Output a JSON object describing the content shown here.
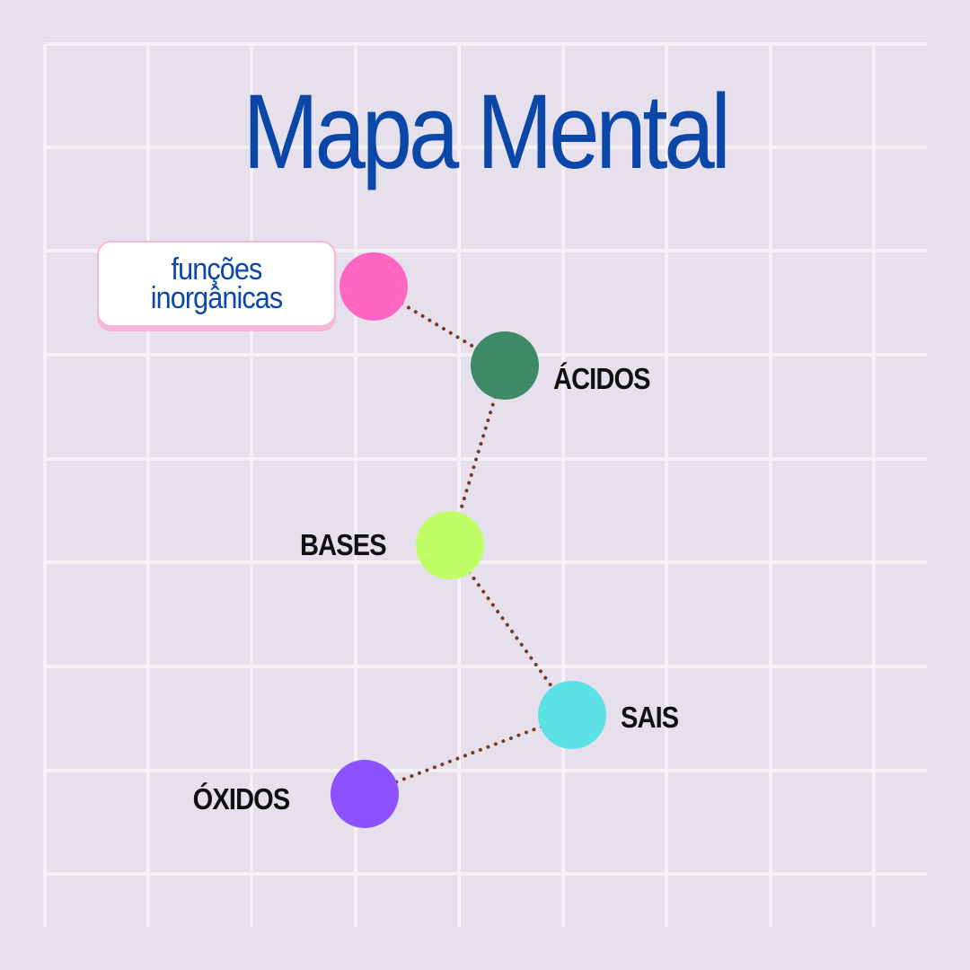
{
  "title": "Mapa Mental",
  "root": {
    "label": "funções inorgânicas",
    "color": "#ff66c4"
  },
  "nodes": [
    {
      "id": "acidos",
      "label": "ÁCIDOS",
      "color": "#3d8a68"
    },
    {
      "id": "bases",
      "label": "BASES",
      "color": "#c1ff66"
    },
    {
      "id": "sais",
      "label": "SAIS",
      "color": "#5ce1e6"
    },
    {
      "id": "oxidos",
      "label": "ÓXIDOS",
      "color": "#8c52ff"
    }
  ],
  "colors": {
    "background": "#e6e0ec",
    "grid": "#f3f1f6",
    "title": "#0a47a8",
    "connector": "#7a3a22"
  }
}
